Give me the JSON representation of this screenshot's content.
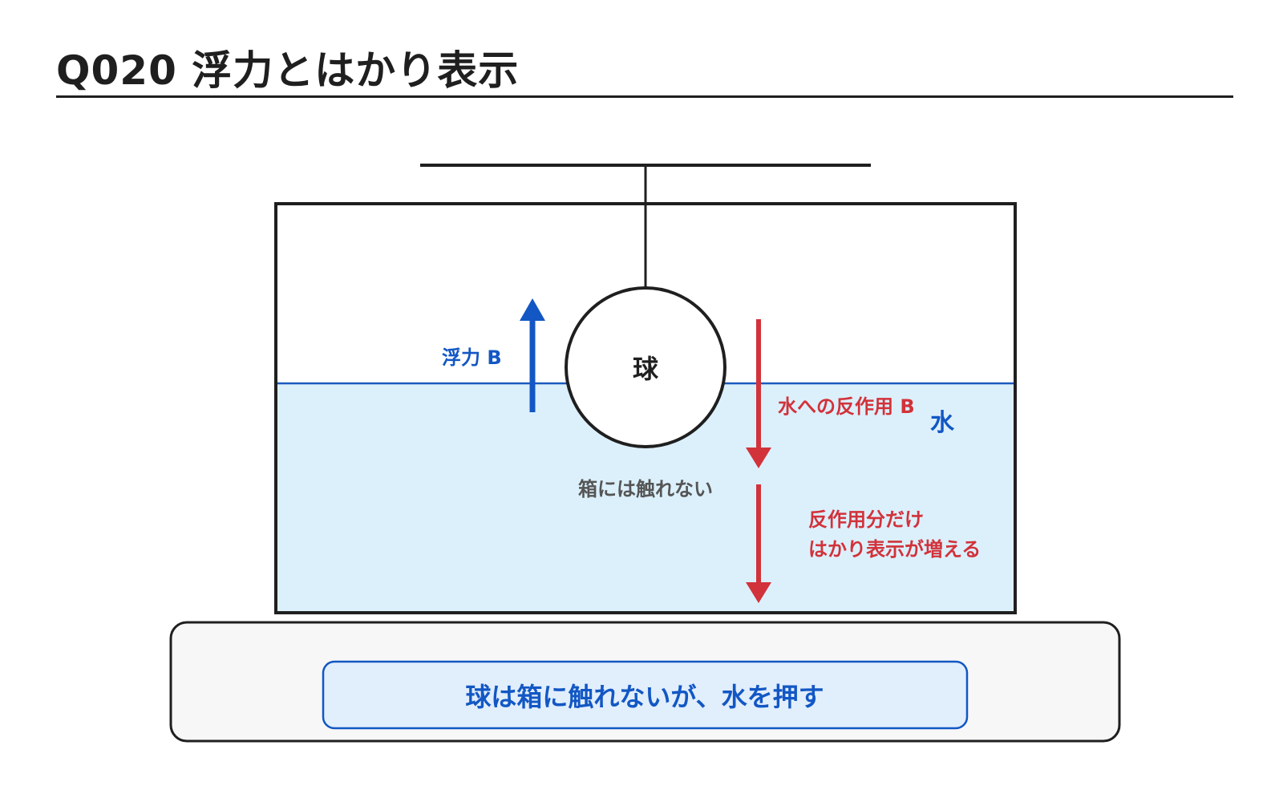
{
  "title": "Q020 浮力とはかり表示",
  "labels": {
    "ball": "球",
    "buoyancy": "浮力 B",
    "reaction": "水への反作用 B",
    "water": "水",
    "no_touch": "箱には触れない",
    "scale_line1": "反作用分だけ",
    "scale_line2": "はかり表示が増える"
  },
  "scale_panel": {
    "message": "球は箱に触れないが、水を押す"
  },
  "colors": {
    "buoyancy_blue": "#1257c4",
    "reaction_red": "#d2323a",
    "water_fill": "#dcf0fc",
    "water_line": "#1a5bbf",
    "outline": "#1f1f1f",
    "note_gray": "#555555",
    "scale_fill": "#f7f7f7",
    "message_fill": "#e1eefc"
  }
}
